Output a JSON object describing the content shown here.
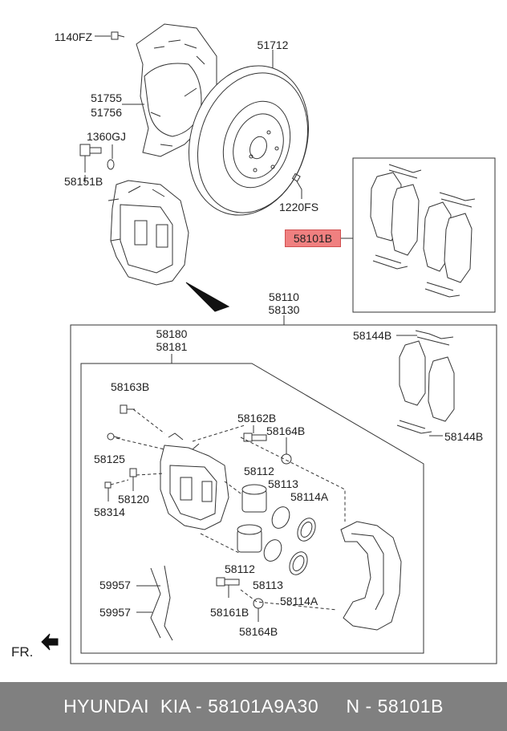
{
  "labels": {
    "p1140FZ": "1140FZ",
    "p51712": "51712",
    "p51755": "51755",
    "p51756": "51756",
    "p1360GJ": "1360GJ",
    "p58151B": "58151B",
    "p1220FS": "1220FS",
    "p58101B": "58101B",
    "p58110": "58110",
    "p58130": "58130",
    "p58180": "58180",
    "p58181": "58181",
    "p58144B_top": "58144B",
    "p58144B_bottom": "58144B",
    "p58163B": "58163B",
    "p58162B": "58162B",
    "p58164B_top": "58164B",
    "p58125": "58125",
    "p58112_top": "58112",
    "p58113_top": "58113",
    "p58114A_top": "58114A",
    "p58120": "58120",
    "p58314": "58314",
    "p58112_bottom": "58112",
    "p59957_top": "59957",
    "p59957_bottom": "59957",
    "p58113_bottom": "58113",
    "p58161B": "58161B",
    "p58114A_bottom": "58114A",
    "p58164B_bottom": "58164B",
    "fr": "FR."
  },
  "footer": {
    "text": "HYUNDAI  KIA - 58101A9A30     N - 58101B"
  },
  "colors": {
    "highlight": "#f08080",
    "footer_bg": "#808080",
    "line": "#333333"
  }
}
